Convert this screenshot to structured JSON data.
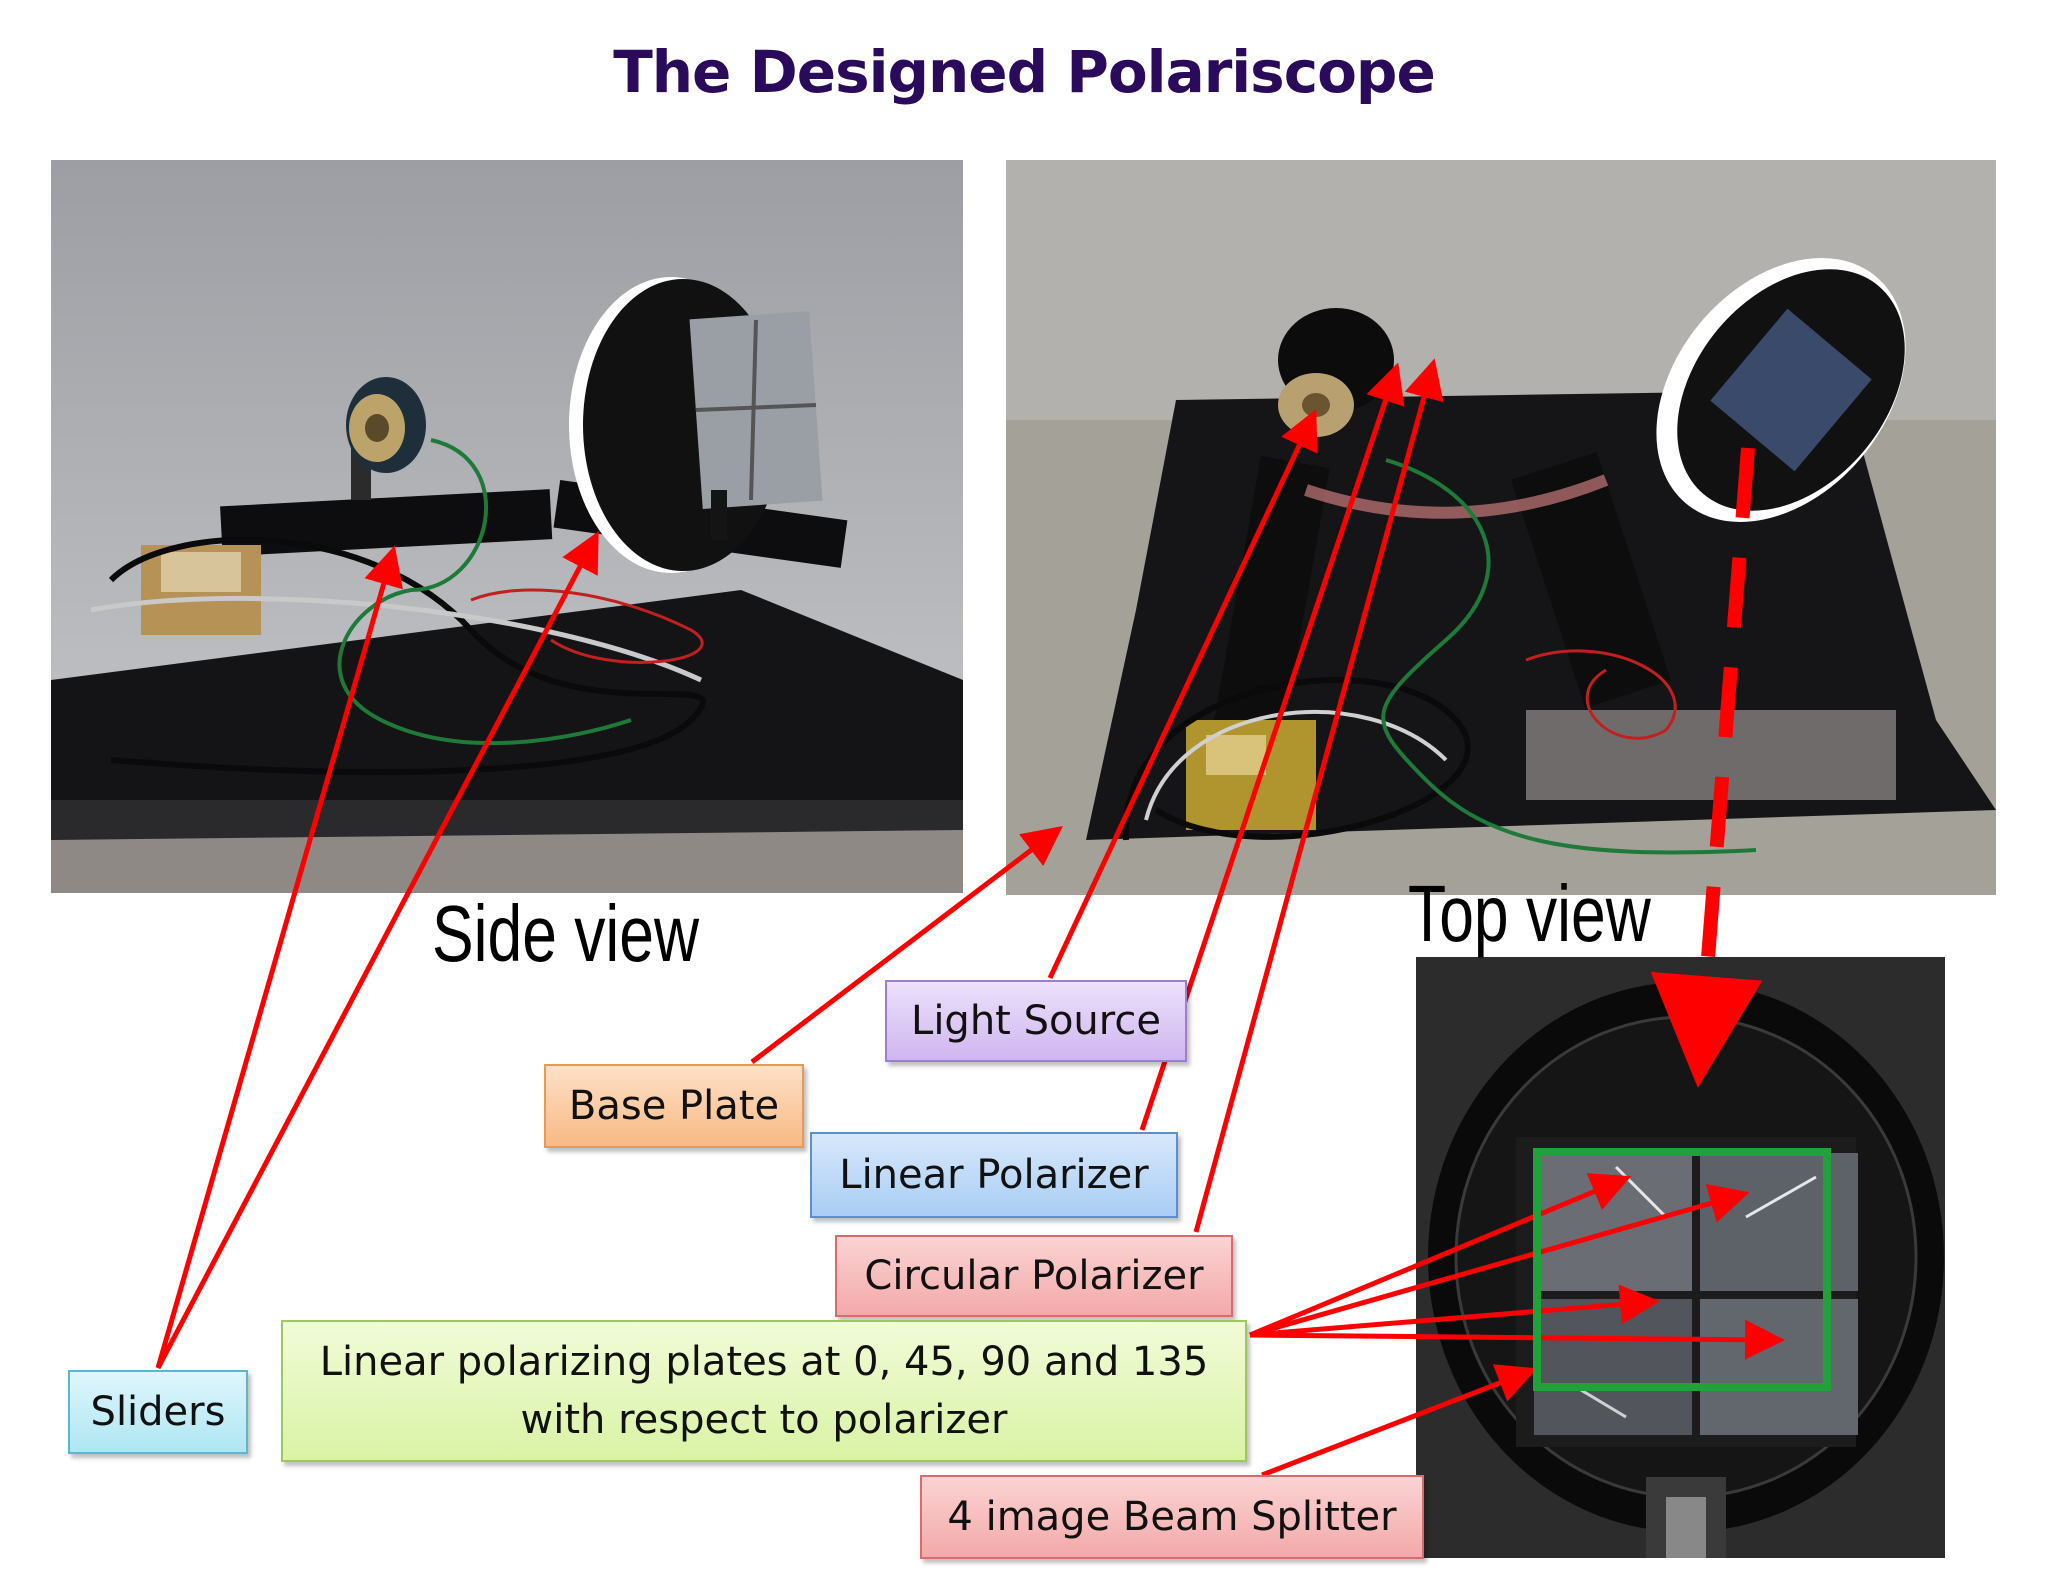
{
  "title": "The Designed Polariscope",
  "views": {
    "side_view": "Side view",
    "top_view": "Top view"
  },
  "callouts": {
    "light_source": "Light Source",
    "base_plate": "Base Plate",
    "linear_polarizer": "Linear Polarizer",
    "circular_polarizer": "Circular Polarizer",
    "plates_line1": "Linear polarizing plates at 0, 45, 90 and 135",
    "plates_line2": "with respect to polarizer",
    "sliders": "Sliders",
    "beam_splitter": "4 image Beam Splitter"
  },
  "colors": {
    "arrow": "#ff0000",
    "highlight_box": "#1fa23a",
    "title": "#2a0a5a"
  }
}
